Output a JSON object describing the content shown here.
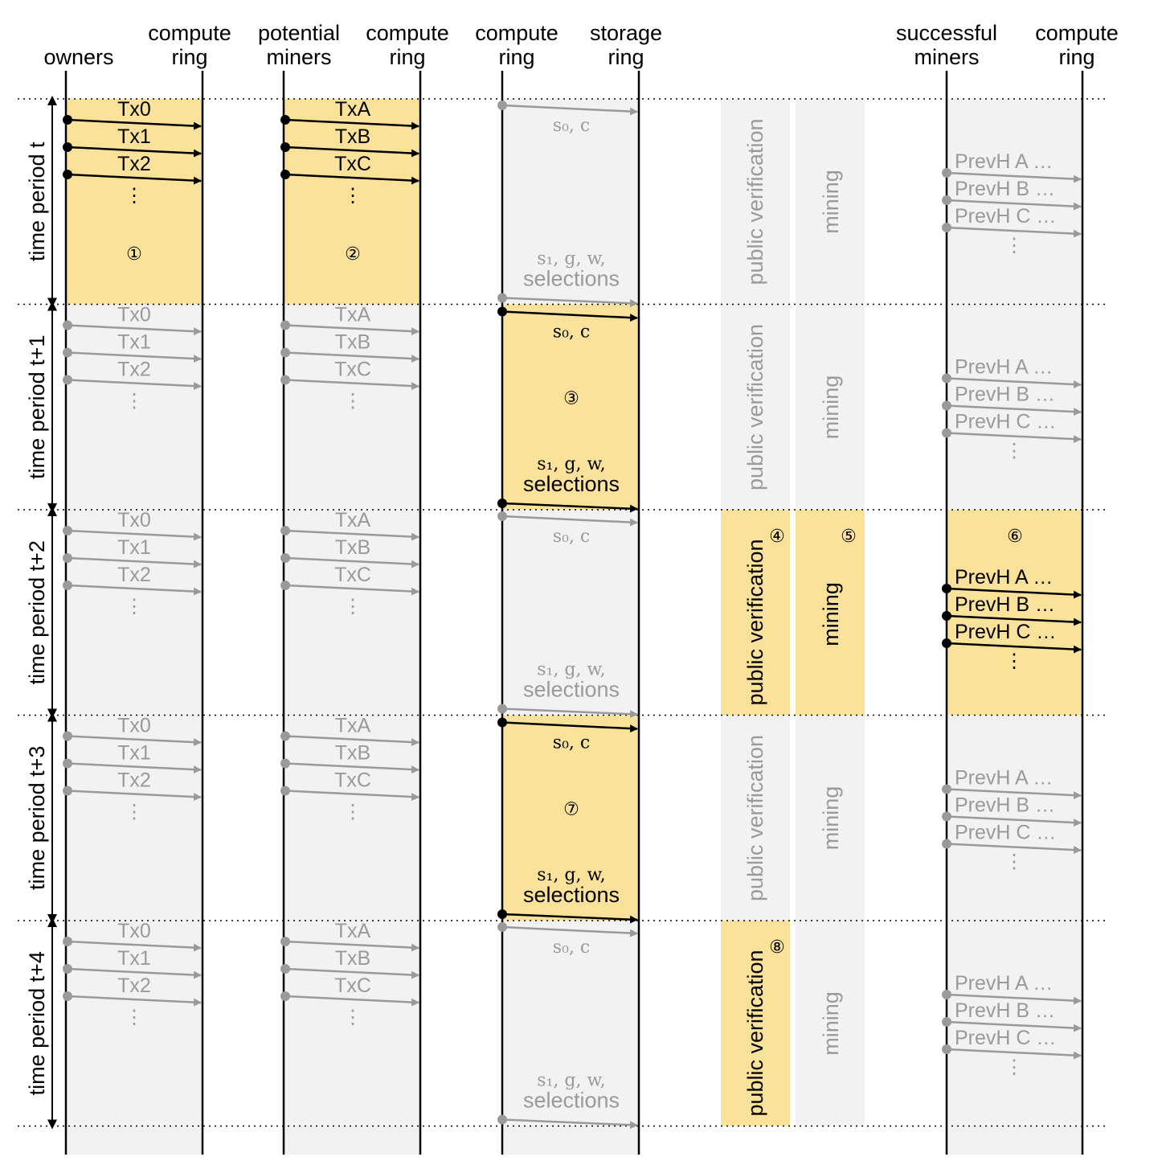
{
  "headers": {
    "owners": "owners",
    "compute_ring": [
      "compute",
      "ring"
    ],
    "potential_miners": [
      "potential",
      "miners"
    ],
    "storage_ring": [
      "storage",
      "ring"
    ],
    "successful_miners": [
      "successful",
      "miners"
    ]
  },
  "periods": [
    "time period t",
    "time period t+1",
    "time period t+2",
    "time period t+3",
    "time period t+4"
  ],
  "owner_txs": [
    "Tx0",
    "Tx1",
    "Tx2"
  ],
  "miner_txs": [
    "TxA",
    "TxB",
    "TxC"
  ],
  "prev_hashes": [
    "PrevH A …",
    "PrevH B …",
    "PrevH C …"
  ],
  "s0_label": "s₀, c",
  "s1_label": "s₁, g, w,",
  "selections_label": "selections",
  "public_verification": "public verification",
  "mining": "mining",
  "markers": [
    "①",
    "②",
    "③",
    "④",
    "⑤",
    "⑥",
    "⑦",
    "⑧"
  ],
  "vertical_ellipsis": "⋮",
  "colors": {
    "highlight": "#fbe29b",
    "inactive_fill": "#f2f2f2",
    "active_stroke": "#000000",
    "inactive_stroke": "#9a9a9a"
  },
  "highlights": {
    "owners_active_period": 0,
    "potential_miners_active_period": 0,
    "compute_storage_active_periods": [
      1,
      3
    ],
    "public_verification_active_periods": [
      2,
      4
    ],
    "mining_active_periods": [
      2
    ],
    "successful_miners_active_periods": [
      2
    ]
  }
}
